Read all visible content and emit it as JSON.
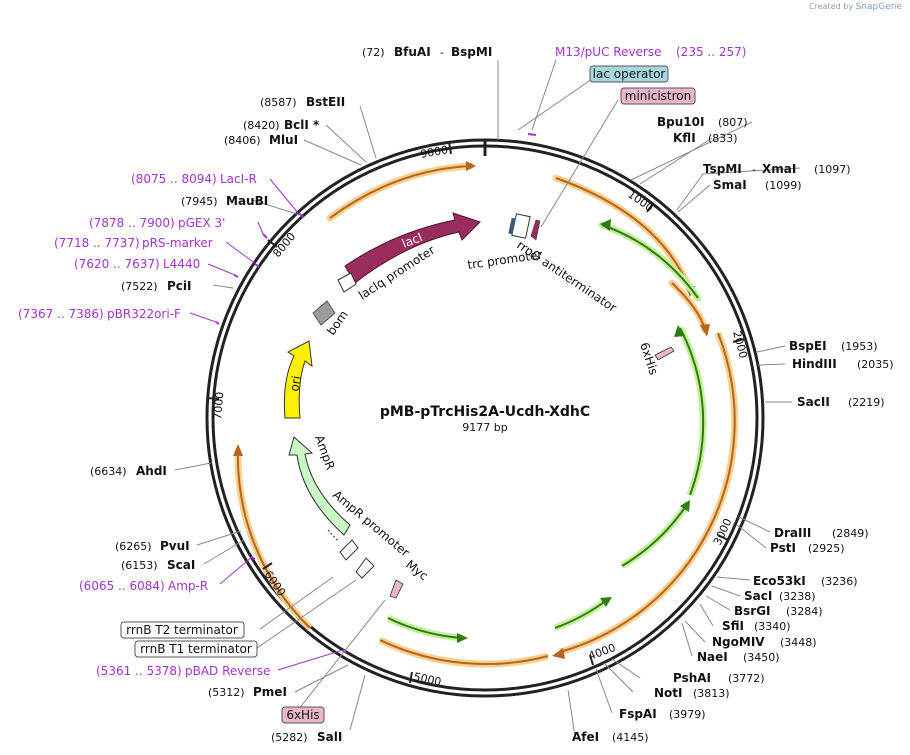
{
  "credit": {
    "prefix": "Created by",
    "brand": "SnapGene"
  },
  "plasmid": {
    "name": "pMB-pTrcHis2A-Ucdh-XdhC",
    "size": "9177 bp"
  },
  "ticks": [
    "1000",
    "2000",
    "3000",
    "4000",
    "5000",
    "6000",
    "7000",
    "8000",
    "9000"
  ],
  "sites": [
    {
      "name": "BfuAI",
      "name2": "BspMI",
      "pos": "(72)"
    },
    {
      "name": "BstEII",
      "pos": "(8587)"
    },
    {
      "name": "BclI *",
      "pos": "(8420)"
    },
    {
      "name": "MluI",
      "pos": "(8406)"
    },
    {
      "name": "MauBI",
      "pos": "(7945)"
    },
    {
      "name": "PciI",
      "pos": "(7522)"
    },
    {
      "name": "AhdI",
      "pos": "(6634)"
    },
    {
      "name": "PvuI",
      "pos": "(6265)"
    },
    {
      "name": "ScaI",
      "pos": "(6153)"
    },
    {
      "name": "PmeI",
      "pos": "(5312)"
    },
    {
      "name": "SalI",
      "pos": "(5282)"
    },
    {
      "name": "Bpu10I",
      "pos": "(807)"
    },
    {
      "name": "KflI",
      "pos": "(833)"
    },
    {
      "name": "TspMI",
      "name2": "XmaI",
      "pos": "(1097)"
    },
    {
      "name": "SmaI",
      "pos": "(1099)"
    },
    {
      "name": "BspEI",
      "pos": "(1953)"
    },
    {
      "name": "HindIII",
      "pos": "(2035)"
    },
    {
      "name": "SacII",
      "pos": "(2219)"
    },
    {
      "name": "DraIII",
      "pos": "(2849)"
    },
    {
      "name": "PstI",
      "pos": "(2925)"
    },
    {
      "name": "Eco53kI",
      "pos": "(3236)"
    },
    {
      "name": "SacI",
      "pos": "(3238)"
    },
    {
      "name": "BsrGI",
      "pos": "(3284)"
    },
    {
      "name": "SfiI",
      "pos": "(3340)"
    },
    {
      "name": "NgoMIV",
      "pos": "(3448)"
    },
    {
      "name": "NaeI",
      "pos": "(3450)"
    },
    {
      "name": "PshAI",
      "pos": "(3772)"
    },
    {
      "name": "NotI",
      "pos": "(3813)"
    },
    {
      "name": "FspAI",
      "pos": "(3979)"
    },
    {
      "name": "AfeI",
      "pos": "(4145)"
    }
  ],
  "primers": [
    {
      "name": "M13/pUC Reverse",
      "range": "(235 .. 257)"
    },
    {
      "name": "LacI-R",
      "range": "(8075 .. 8094)"
    },
    {
      "name": "pGEX 3'",
      "range": "(7878 .. 7900)"
    },
    {
      "name": "pRS-marker",
      "range": "(7718 .. 7737)"
    },
    {
      "name": "L4440",
      "range": "(7620 .. 7637)"
    },
    {
      "name": "pBR322ori-F",
      "range": "(7367 .. 7386)"
    },
    {
      "name": "Amp-R",
      "range": "(6065 .. 6084)"
    },
    {
      "name": "pBAD Reverse",
      "range": "(5361 .. 5378)"
    }
  ],
  "boxed_labels": [
    "lac operator",
    "minicistron",
    "rrnB T2 terminator",
    "rrnB T1 terminator",
    "6xHis"
  ],
  "features": {
    "lacI": "lacI",
    "lacIq_promoter": "lacIq promoter",
    "bom": "bom",
    "ori": "ori",
    "AmpR": "AmpR",
    "AmpR_promoter": "AmpR promoter",
    "trc_promoter": "trc promoter",
    "rrnG": "rrnG antiterminator",
    "sixHis": "6xHis",
    "Myc": "Myc"
  },
  "colors": {
    "backbone": "#222222",
    "orange_arrow": "#b7641d",
    "orange_glow": "#f7cf8f",
    "green_arrow": "#2f7c12",
    "green_glow": "#c6f09e",
    "lacI": "#9b2d5c",
    "ori": "#fff000",
    "AmpR": "#c9f7c6",
    "bom": "#9b9b9b",
    "primer": "#a233cf",
    "lac_operator_fill": "#a6d8e0",
    "minicistron_fill": "#e9b7c9",
    "his_fill": "#e9b7c9"
  }
}
